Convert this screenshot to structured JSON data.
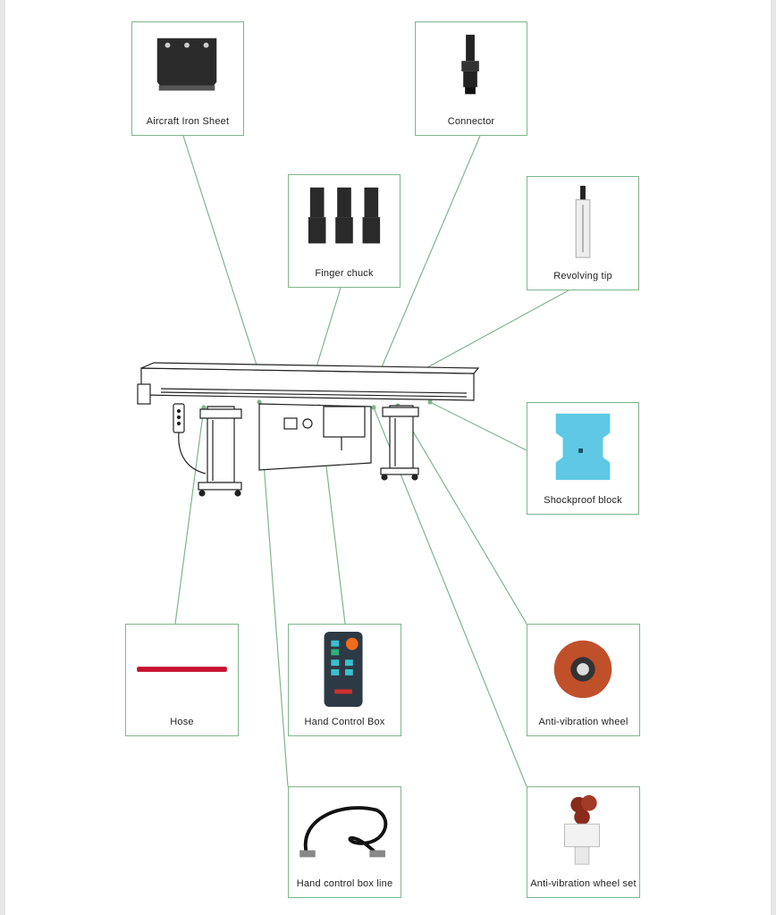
{
  "parts": [
    {
      "id": "aircraft-iron-sheet",
      "label": "Aircraft Iron Sheet"
    },
    {
      "id": "connector",
      "label": "Connector"
    },
    {
      "id": "finger-chuck",
      "label": "Finger chuck"
    },
    {
      "id": "revolving-tip",
      "label": "Revolving tip"
    },
    {
      "id": "shockproof-block",
      "label": "Shockproof block"
    },
    {
      "id": "hose",
      "label": "Hose"
    },
    {
      "id": "hand-control-box",
      "label": "Hand Control Box"
    },
    {
      "id": "anti-vibration-wheel",
      "label": "Anti-vibration wheel"
    },
    {
      "id": "hand-control-box-line",
      "label": "Hand control box line"
    },
    {
      "id": "anti-vibration-wheel-set",
      "label": "Anti-vibration wheel set"
    }
  ],
  "colors": {
    "leader_line": "#7fb58d",
    "box_border": "#7fb58d",
    "hose": "#c8102e",
    "block": "#5ec8e5",
    "wheel": "#c0502a"
  }
}
